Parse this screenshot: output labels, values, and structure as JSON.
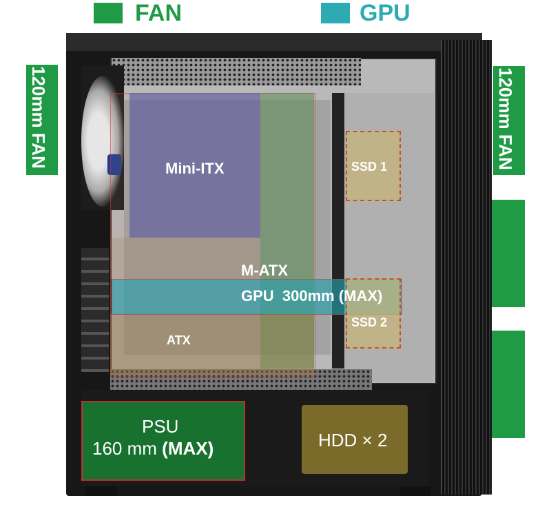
{
  "legend": {
    "fan": {
      "label": "FAN",
      "color": "#1f9a45"
    },
    "gpu": {
      "label": "GPU",
      "color": "#2eaab3"
    }
  },
  "side_labels": {
    "left_fan": "120mm FAN",
    "right_fan": "120mm FAN"
  },
  "case": {
    "mini_itx": "Mini-ITX",
    "m_atx": "M-ATX",
    "gpu_length": "GPU  300mm (MAX)",
    "atx": "ATX",
    "ssd1": "SSD 1",
    "ssd2": "SSD 2",
    "psu_line1": "PSU",
    "psu_line2_value": "160 mm ",
    "psu_line2_max": "(MAX)",
    "hdd": "HDD × 2"
  },
  "colors": {
    "fan_green": "#1f9a45",
    "gpu_teal": "#2eaab3",
    "hdd_olive": "#7a6b2a"
  }
}
